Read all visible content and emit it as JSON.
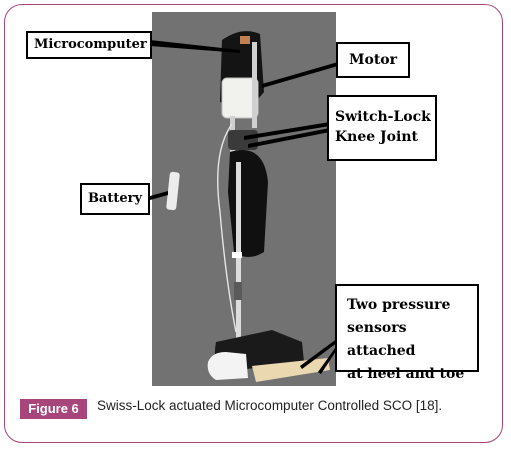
{
  "figure": {
    "tag": "Figure 6",
    "caption": "Swiss-Lock actuated Microcomputer Controlled SCO [18].",
    "accent_color": "#a8457a"
  },
  "labels": {
    "microcomputer": "Microcomputer",
    "motor": "Motor",
    "switch_lock": [
      "Switch-Lock",
      "Knee Joint"
    ],
    "battery": "Battery",
    "pressure_sensors": [
      "Two pressure",
      "sensors attached",
      "at heel and toe"
    ]
  }
}
